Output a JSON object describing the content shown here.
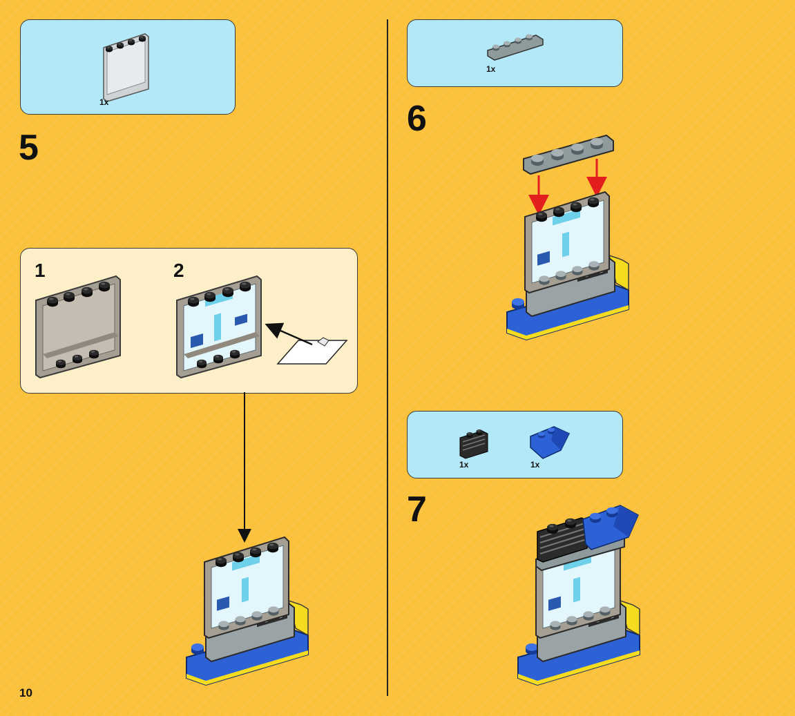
{
  "page": {
    "number": "10"
  },
  "steps": [
    {
      "number": "5",
      "parts": [
        {
          "name": "panel-icon",
          "qty": "1x"
        }
      ]
    },
    {
      "number": "6",
      "parts": [
        {
          "name": "plate-1x4-icon",
          "qty": "1x"
        }
      ]
    },
    {
      "number": "7",
      "parts": [
        {
          "name": "grille-brick-icon",
          "qty": "1x"
        },
        {
          "name": "blue-slope-icon",
          "qty": "1x"
        }
      ]
    }
  ],
  "substeps": [
    {
      "number": "1"
    },
    {
      "number": "2"
    }
  ],
  "colors": {
    "background": "#fbc13b",
    "parts_panel": "#b3e8f8",
    "subassembly_panel": "#fdf0c8",
    "arrow_red": "#e31e1e",
    "brick_blue": "#2d62d6",
    "brick_yellow": "#f6dc1e",
    "brick_gray": "#8e9a9c"
  }
}
